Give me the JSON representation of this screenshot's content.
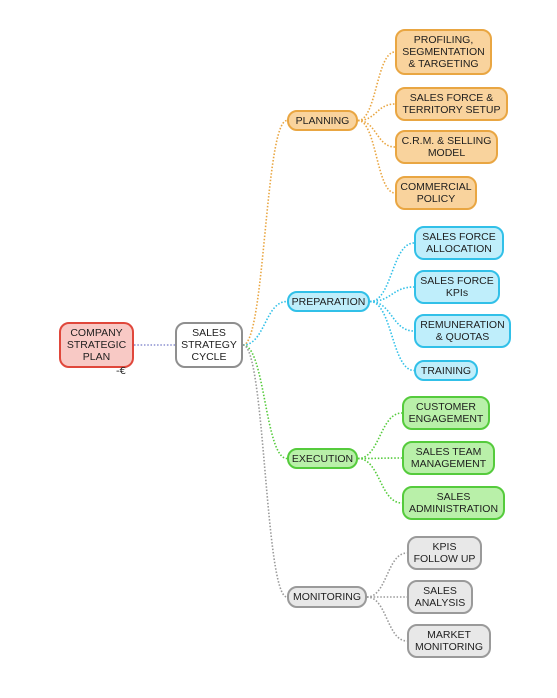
{
  "colors": {
    "red": "#e0473b",
    "core": "#8f8f8f",
    "planning": "#e9a642",
    "preparation": "#31c0e8",
    "execution": "#55cb3c",
    "monitoring": "#9a9a9a",
    "root_link": "#8a8fd0"
  },
  "root": {
    "label": "COMPANY\nSTRATEGIC\nPLAN",
    "collapse_icon": "collapse-icon"
  },
  "center": {
    "label": "SALES\nSTRATEGY\nCYCLE"
  },
  "branches": [
    {
      "key": "planning",
      "label": "PLANNING",
      "children": [
        "PROFILING,\nSEGMENTATION\n& TARGETING",
        "SALES FORCE &\nTERRITORY SETUP",
        "C.R.M. & SELLING\nMODEL",
        "COMMERCIAL\nPOLICY"
      ]
    },
    {
      "key": "preparation",
      "label": "PREPARATION",
      "children": [
        "SALES FORCE\nALLOCATION",
        "SALES FORCE\nKPIs",
        "REMUNERATION\n& QUOTAS",
        "TRAINING"
      ]
    },
    {
      "key": "execution",
      "label": "EXECUTION",
      "children": [
        "CUSTOMER\nENGAGEMENT",
        "SALES TEAM\nMANAGEMENT",
        "SALES\nADMINISTRATION"
      ]
    },
    {
      "key": "monitoring",
      "label": "MONITORING",
      "children": [
        "KPIS\nFOLLOW UP",
        "SALES\nANALYSIS",
        "MARKET\nMONITORING"
      ]
    }
  ]
}
